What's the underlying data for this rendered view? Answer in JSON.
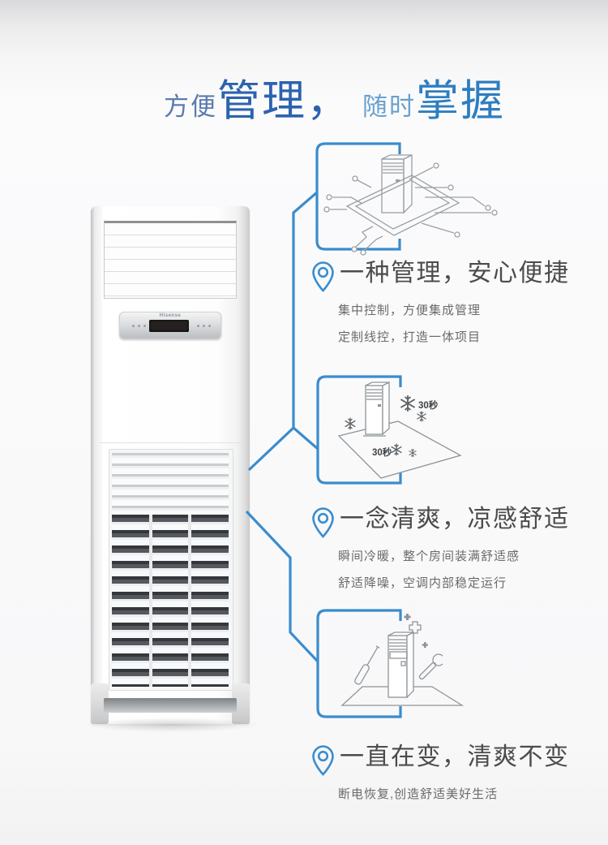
{
  "title": {
    "part1": "方便",
    "part2": "管理，",
    "part3": "随时",
    "part4": "掌握",
    "colors": {
      "part1": "#5b7cb0",
      "part2": "#2c63ae",
      "part3": "#69a1ce",
      "part4": "#2f7dc0"
    }
  },
  "product": {
    "kind": "floor-standing air conditioner",
    "brand_label": "Hisense"
  },
  "sections": [
    {
      "id": "management",
      "heading": "一种管理，安心便捷",
      "lines": [
        "集中控制，方便集成管理",
        "定制线控，打造一体项目"
      ]
    },
    {
      "id": "cooling",
      "heading": "一念清爽，凉感舒适",
      "lines": [
        "瞬间冷暖，整个房间装满舒适感",
        "舒适降噪，空调内部稳定运行"
      ]
    },
    {
      "id": "reliability",
      "heading": "一直在变，清爽不变",
      "lines": [
        "断电恢复,创造舒适美好生活"
      ]
    }
  ],
  "illustrations": {
    "cooling_timer_label": "30秒"
  },
  "colors": {
    "accent_blue": "#3a8ccd",
    "heading_text": "#4c4c4c",
    "body_text": "#6b6b6b",
    "line_art": "#9aa0a5"
  }
}
